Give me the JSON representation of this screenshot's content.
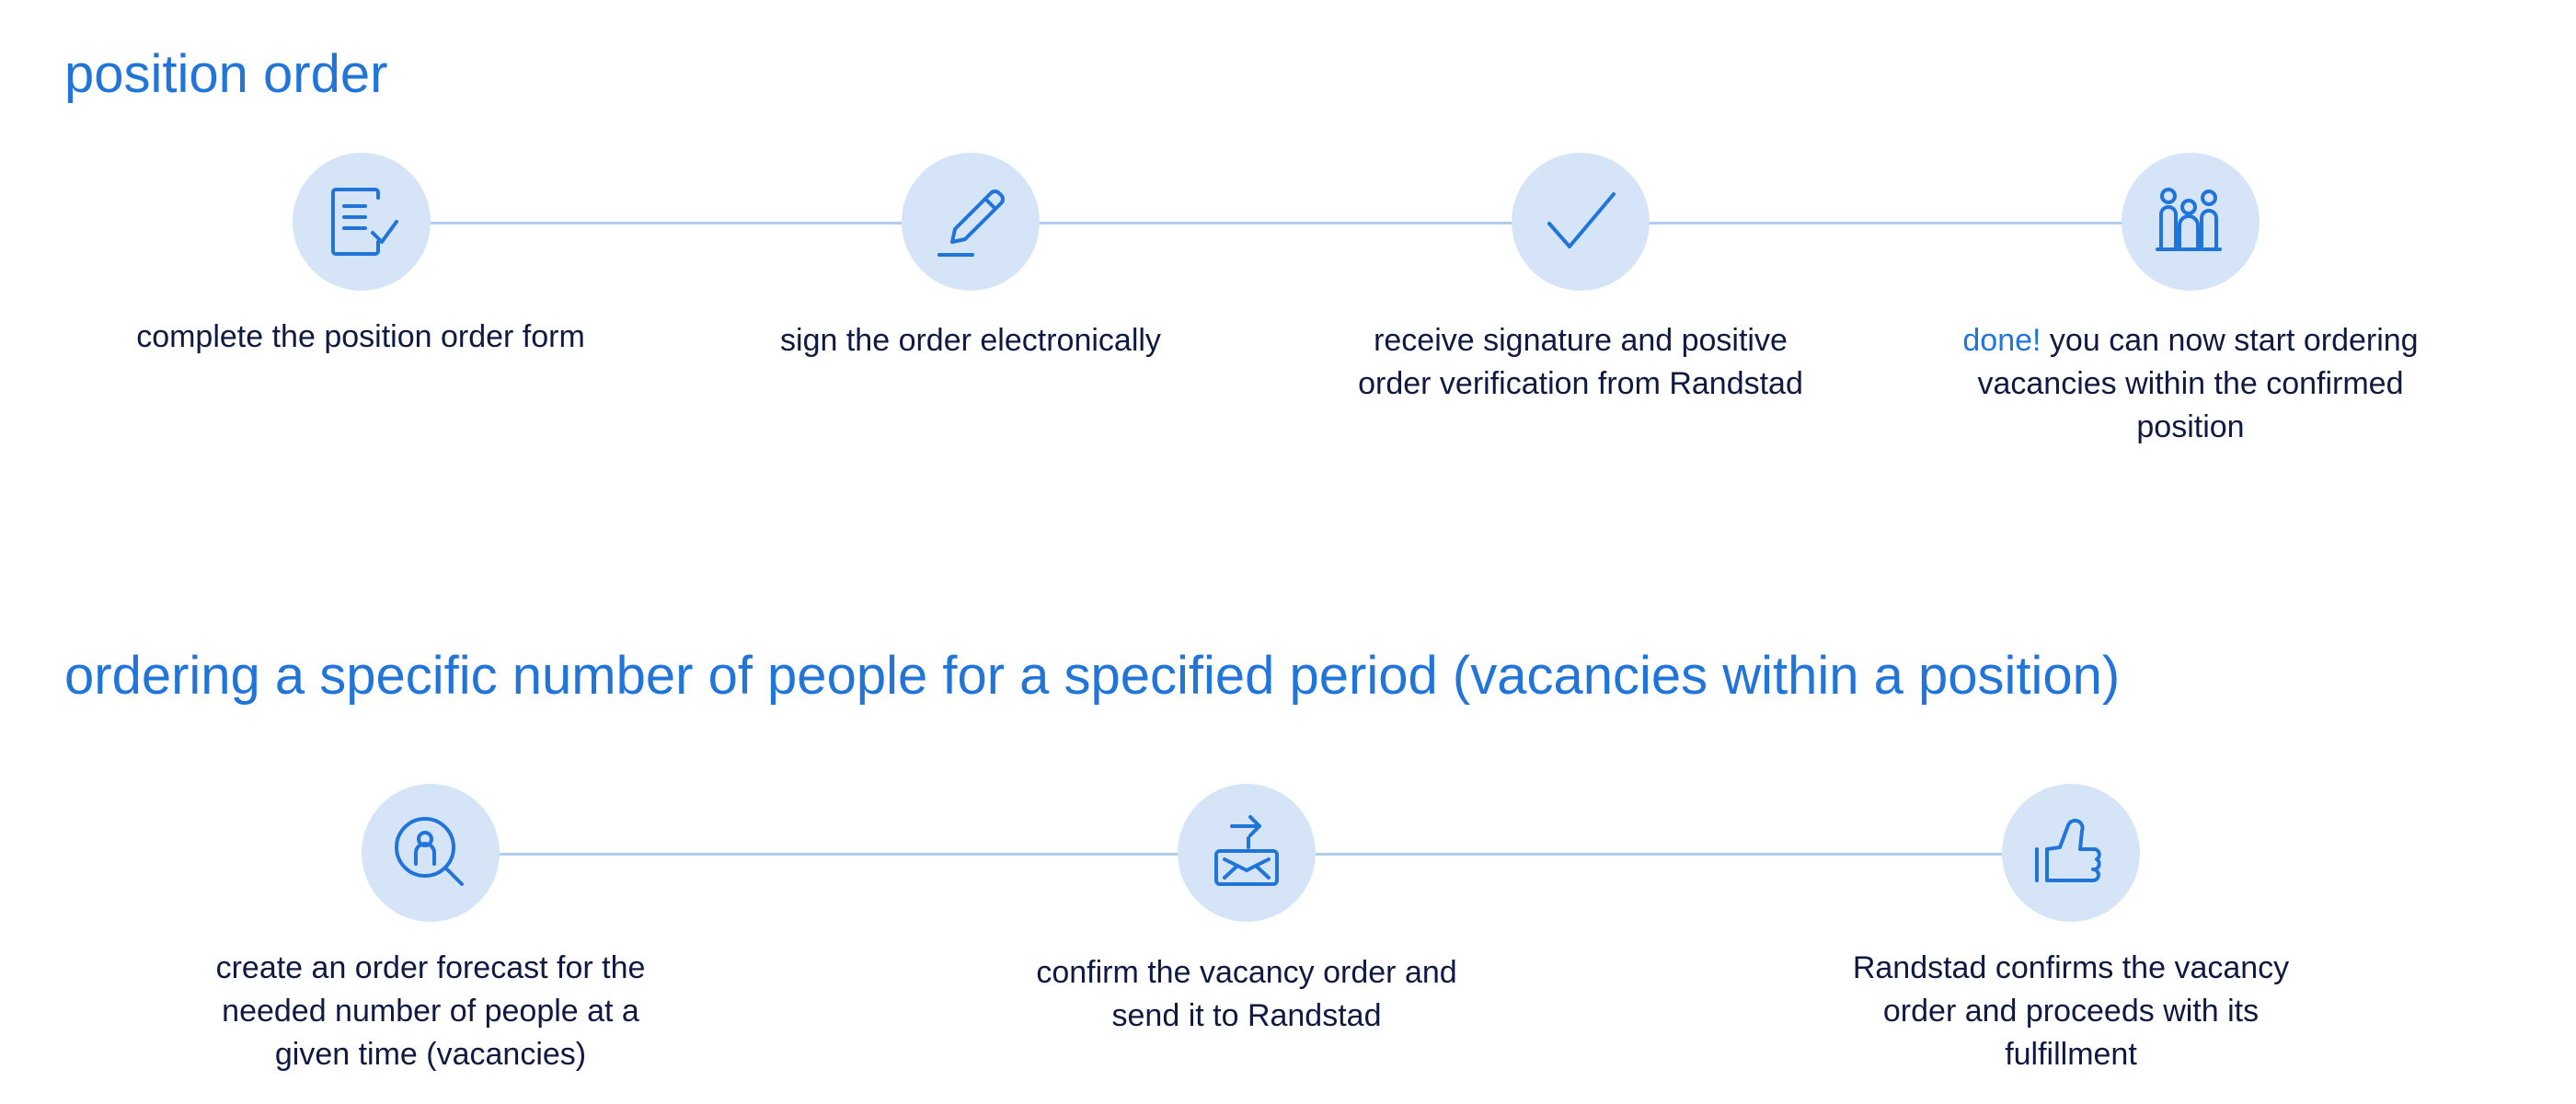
{
  "sections": [
    {
      "title": "position order",
      "steps": [
        {
          "icon": "document-check-icon",
          "text": "complete the position order form"
        },
        {
          "icon": "pen-sign-icon",
          "text": "sign the order electronically"
        },
        {
          "icon": "checkmark-icon",
          "text": "receive signature and positive order verification from Randstad"
        },
        {
          "icon": "people-group-icon",
          "highlight": "done!",
          "text": " you can now start ordering vacancies within the confirmed position"
        }
      ]
    },
    {
      "title": "ordering a specific number of people for a specified period (vacancies within a position)",
      "steps": [
        {
          "icon": "person-search-icon",
          "text": "create an order forecast for the needed number of people at a given time (vacancies)"
        },
        {
          "icon": "send-envelope-icon",
          "text": "confirm the vacancy order and send it to Randstad"
        },
        {
          "icon": "thumbs-up-icon",
          "text": "Randstad confirms the vacancy order and proceeds with its fulfillment"
        }
      ]
    }
  ],
  "colors": {
    "accent": "#2175d9",
    "circle_fill": "#d5e4f7",
    "connector": "#aecdf0",
    "text": "#0f1941"
  }
}
